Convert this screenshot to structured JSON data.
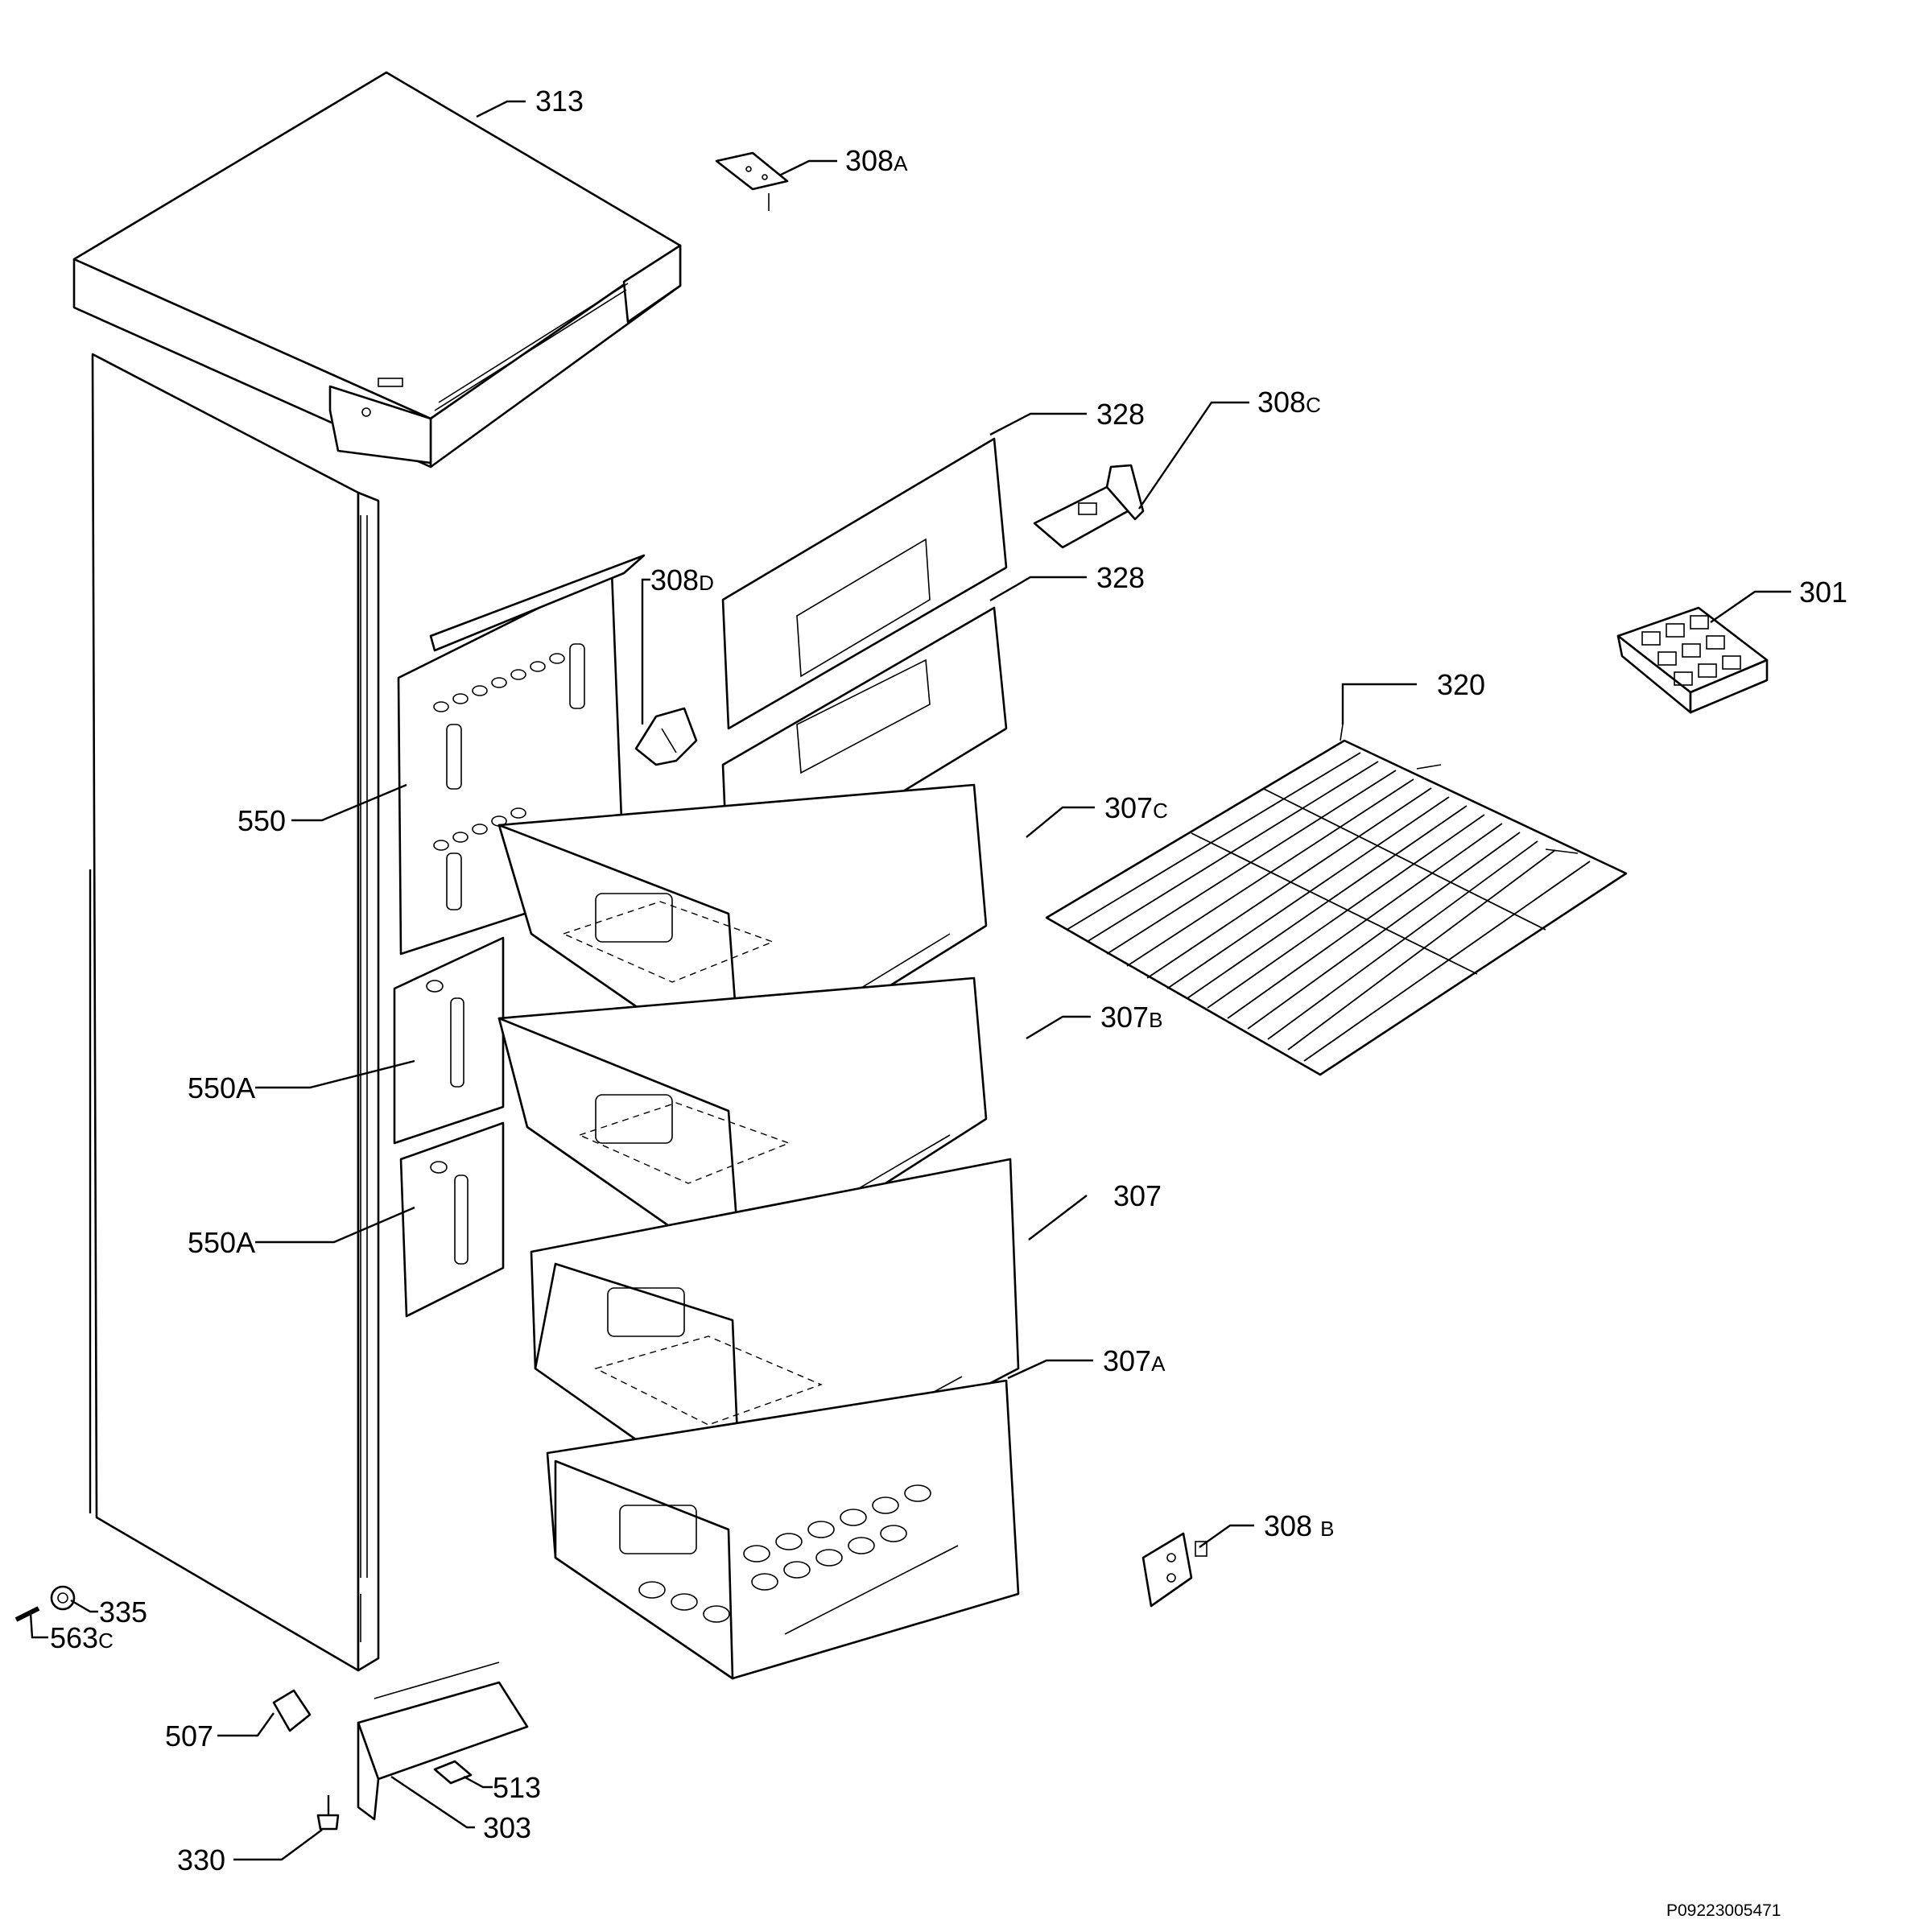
{
  "callouts": [
    {
      "id": "313",
      "num": "313",
      "suffix": ""
    },
    {
      "id": "308a",
      "num": "308",
      "suffix": "A"
    },
    {
      "id": "308c",
      "num": "308",
      "suffix": "C"
    },
    {
      "id": "328-upper",
      "num": "328",
      "suffix": ""
    },
    {
      "id": "328-lower",
      "num": "328",
      "suffix": ""
    },
    {
      "id": "308d",
      "num": "308",
      "suffix": "D"
    },
    {
      "id": "301",
      "num": "301",
      "suffix": ""
    },
    {
      "id": "320",
      "num": "320",
      "suffix": ""
    },
    {
      "id": "550",
      "num": "550",
      "suffix": ""
    },
    {
      "id": "307c",
      "num": "307",
      "suffix": "C"
    },
    {
      "id": "307b",
      "num": "307",
      "suffix": "B"
    },
    {
      "id": "550a-upper",
      "num": "550A",
      "suffix": ""
    },
    {
      "id": "307",
      "num": "307",
      "suffix": ""
    },
    {
      "id": "550a-lower",
      "num": "550A",
      "suffix": ""
    },
    {
      "id": "307a",
      "num": "307",
      "suffix": "A"
    },
    {
      "id": "308b",
      "num": "308",
      "suffix": "B"
    },
    {
      "id": "335",
      "num": "335",
      "suffix": ""
    },
    {
      "id": "563c",
      "num": "563",
      "suffix": "C"
    },
    {
      "id": "507",
      "num": "507",
      "suffix": ""
    },
    {
      "id": "513",
      "num": "513",
      "suffix": ""
    },
    {
      "id": "303",
      "num": "303",
      "suffix": ""
    },
    {
      "id": "330",
      "num": "330",
      "suffix": ""
    }
  ],
  "drawing_code": "P09223005471"
}
